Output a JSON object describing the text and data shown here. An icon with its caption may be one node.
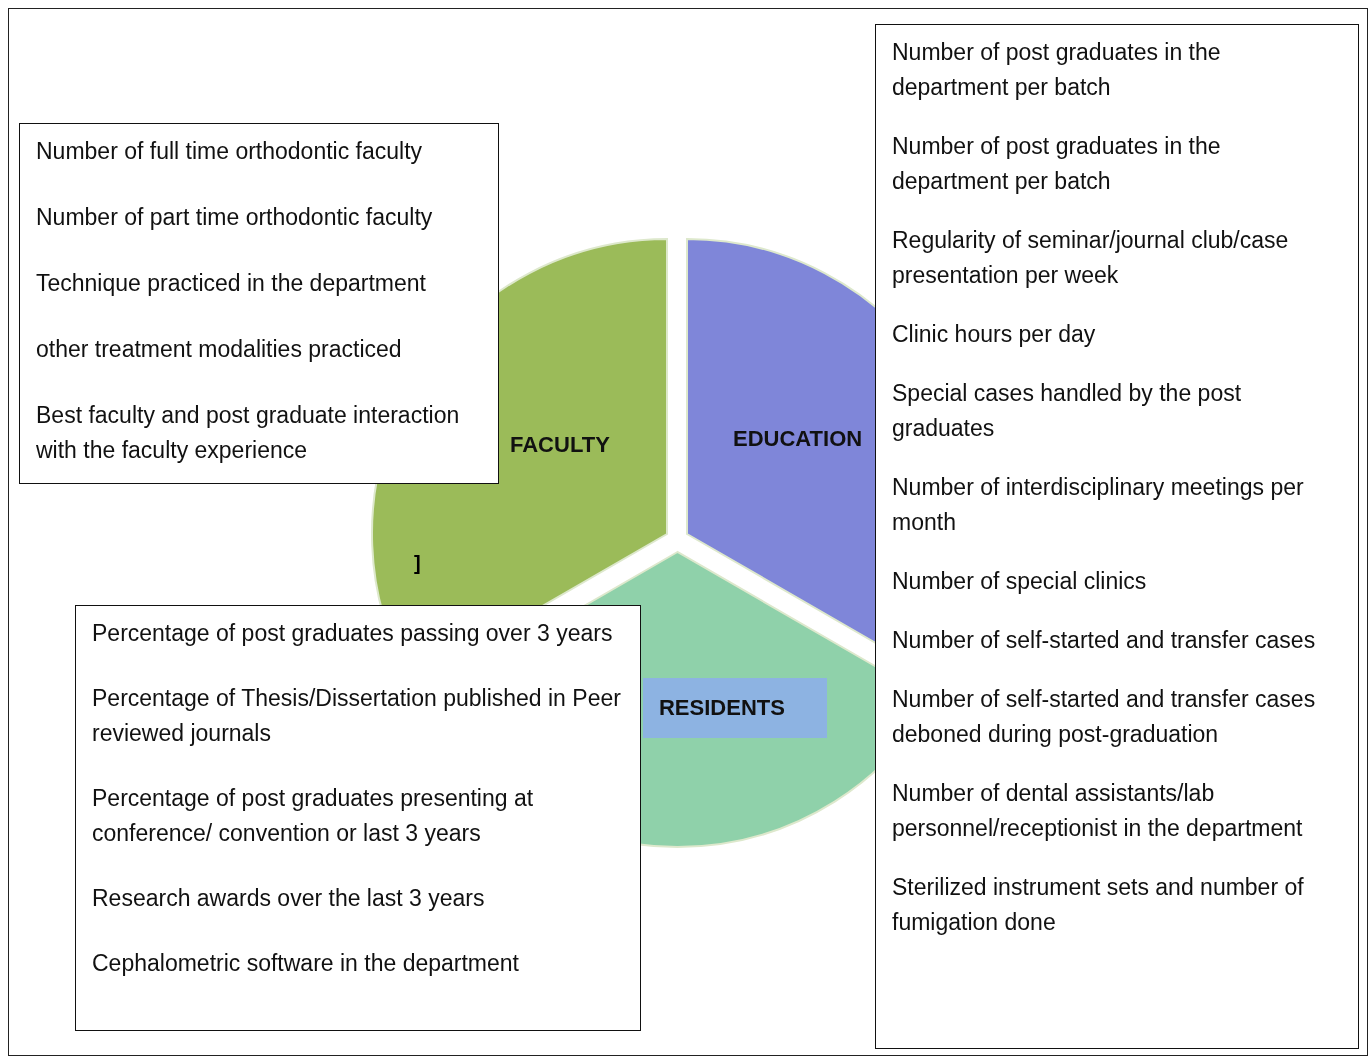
{
  "diagram": {
    "nodes": [
      {
        "text": [
          "FACULTY"
        ]
      },
      {
        "text": [
          "EDUCATION"
        ]
      },
      {
        "text": [
          "RESIDENTS"
        ]
      },
      {
        "text": [
          "Number of full time orthodontic faculty",
          "Number of part time orthodontic faculty",
          "Technique practiced in the department",
          "other treatment modalities practiced",
          "Best faculty and post graduate interaction with the faculty experience"
        ]
      },
      {
        "text": [
          "Number of post graduates in the department per batch",
          "Number of post graduates in the department per batch",
          "Regularity of seminar/journal club/case presentation per week",
          "Clinic hours per day",
          "Special cases handled by the post graduates",
          "Number of interdisciplinary meetings per month",
          "Number of special clinics",
          "Number of self-started and transfer cases",
          "Number of self-started and transfer cases deboned during post-graduation",
          "Number of dental assistants/lab personnel/receptionist in the department",
          "Sterilized instrument sets and number of fumigation done"
        ]
      },
      {
        "text": [
          "Percentage of post graduates passing over 3 years",
          "Percentage of Thesis/Dissertation published in Peer reviewed journals",
          "Percentage of post graduates presenting at conference/ convention or last 3 years",
          "Research awards over the last 3 years",
          "Cephalometric software in the department"
        ]
      }
    ],
    "labels": [
      "]"
    ]
  }
}
